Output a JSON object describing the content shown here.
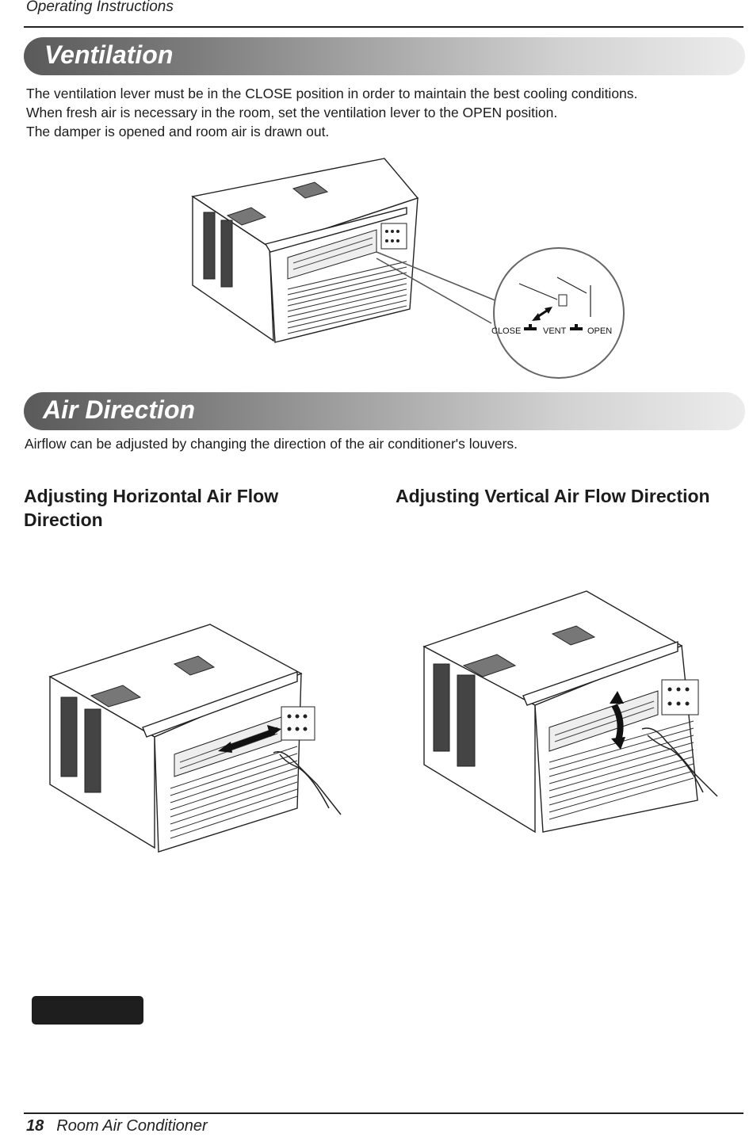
{
  "header": {
    "section_name": "Operating Instructions"
  },
  "ventilation": {
    "title": "Ventilation",
    "lines": [
      "The ventilation lever must be in the CLOSE position in order to maintain the best cooling conditions.",
      "When fresh air is necessary in the room, set the ventilation lever to the OPEN position.",
      "The damper is opened and room air is drawn out."
    ],
    "callout_labels": {
      "close": "CLOSE",
      "vent": "VENT",
      "open": "OPEN"
    }
  },
  "air_direction": {
    "title": "Air Direction",
    "intro": "Airflow can be adjusted by changing the direction of the air conditioner's  louvers.",
    "horizontal": {
      "title_line1": "Adjusting Horizontal Air Flow",
      "title_line2": "Direction"
    },
    "vertical": {
      "title": "Adjusting Vertical Air Flow Direction"
    }
  },
  "footer": {
    "page_number": "18",
    "doc_title": "Room Air Conditioner"
  },
  "icons": [
    "air-conditioner-illustration",
    "ventilation-lever-callout",
    "hand-icon",
    "double-arrow-icon"
  ]
}
